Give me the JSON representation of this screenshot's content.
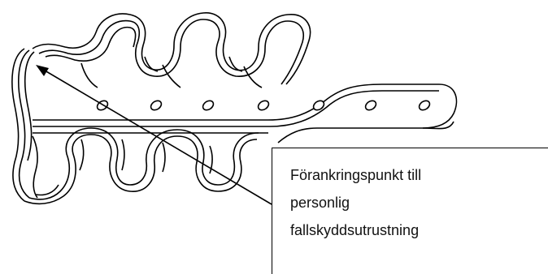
{
  "figure": {
    "subject": "anchor plate",
    "stroke_color": "#000000",
    "fill_color": "#ffffff",
    "background": "#ffffff"
  },
  "callout": {
    "lines": [
      "Förankringspunkt till",
      "personlig",
      "fallskyddsutrustning"
    ]
  }
}
